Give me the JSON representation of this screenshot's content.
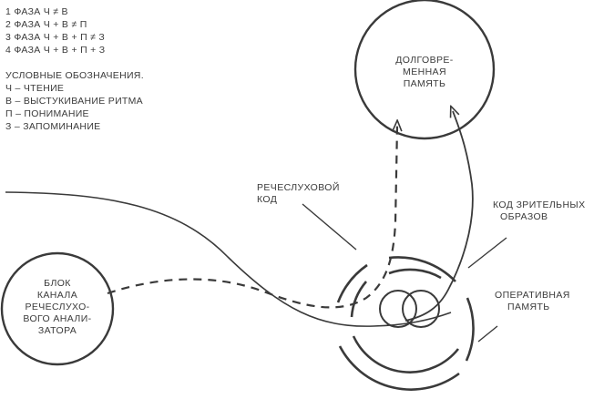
{
  "legend": {
    "phases": [
      "1 ФАЗА Ч ≠ В",
      "2 ФАЗА Ч + В ≠ П",
      "3 ФАЗА Ч + В + П ≠ З",
      "4 ФАЗА Ч + В + П + З"
    ],
    "title": "УСЛОВНЫЕ ОБОЗНАЧЕНИЯ.",
    "items": [
      "Ч – ЧТЕНИЕ",
      "В – ВЫСТУКИВАНИЕ РИТМА",
      "П – ПОНИМАНИЕ",
      "З – ЗАПОМИНАНИЕ"
    ]
  },
  "nodes": {
    "long_term_memory": [
      "ДОЛГОВРЕ-",
      "МЕННАЯ",
      "ПАМЯТЬ"
    ],
    "channel_block": [
      "БЛОК",
      "КАНАЛА",
      "РЕЧЕСЛУХО-",
      "ВОГО АНАЛИ-",
      "ЗАТОРА"
    ]
  },
  "labels": {
    "speech_auditory_code": [
      "РЕЧЕСЛУХОВОЙ",
      "КОД"
    ],
    "visual_code": [
      "КОД ЗРИТЕЛЬНЫХ",
      "ОБРАЗОВ"
    ],
    "operative_memory": [
      "ОПЕРАТИВНАЯ",
      "ПАМЯТЬ"
    ]
  },
  "colors": {
    "ink": "#3a3a3a"
  }
}
